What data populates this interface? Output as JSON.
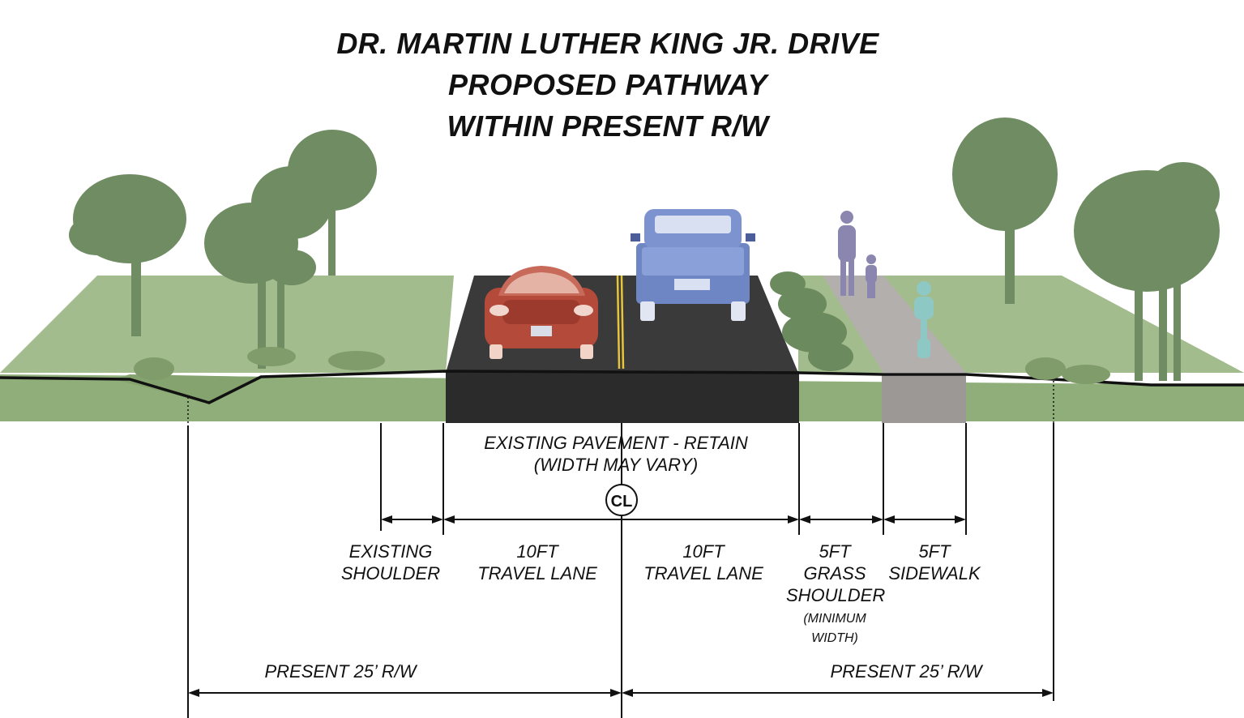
{
  "title": {
    "line1": "DR. MARTIN LUTHER KING JR. DRIVE",
    "line2": "PROPOSED PATHWAY",
    "line3": "WITHIN PRESENT R/W"
  },
  "pavement_label": {
    "line1": "EXISTING PAVEMENT - RETAIN",
    "line2": "(WIDTH MAY VARY)"
  },
  "centerline_symbol": "CL",
  "segments": {
    "existing_shoulder": {
      "line1": "EXISTING",
      "line2": "SHOULDER"
    },
    "travel_lane_left": {
      "line1": "10FT",
      "line2": "TRAVEL LANE"
    },
    "travel_lane_right": {
      "line1": "10FT",
      "line2": "TRAVEL LANE"
    },
    "grass_shoulder": {
      "line1": "5FT",
      "line2": "GRASS",
      "line3": "SHOULDER",
      "note1": "(MINIMUM",
      "note2": "WIDTH)"
    },
    "sidewalk": {
      "line1": "5FT",
      "line2": "SIDEWALK"
    }
  },
  "row": {
    "left": "PRESENT 25’ R/W",
    "right": "PRESENT 25’ R/W"
  },
  "colors": {
    "grass": "#94b07e",
    "grass_dark": "#7f9c6a",
    "asphalt": "#2e2e2e",
    "sidewalk": "#a8a4a2",
    "tree": "#6f8c62",
    "car_red": "#b44a3a",
    "truck_blue": "#6f86c4",
    "pedestrian": "#8a86b0",
    "cyclist": "#8ec8c4"
  }
}
